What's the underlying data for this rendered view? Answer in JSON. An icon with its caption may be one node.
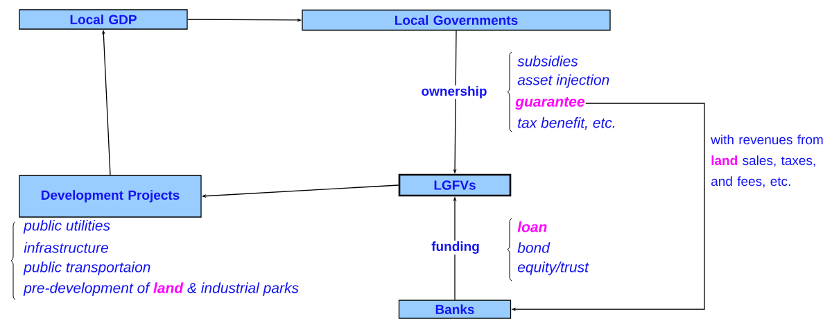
{
  "diagram": {
    "nodes": [
      {
        "text": [
          "Local GDP"
        ]
      },
      {
        "text": [
          "Local Governments"
        ]
      },
      {
        "text": [
          "Development Projects"
        ]
      },
      {
        "text": [
          "LGFVs"
        ]
      },
      {
        "text": [
          "Banks"
        ]
      },
      {
        "text": [
          "guarantee"
        ]
      }
    ],
    "edges": [
      {
        "from": 0,
        "to": 1,
        "arrow": "to"
      },
      {
        "from": 1,
        "to": 3,
        "arrow": "to",
        "label": "ownership"
      },
      {
        "from": 3,
        "to": 2,
        "arrow": "to"
      },
      {
        "from": 2,
        "to": 0,
        "arrow": "to"
      },
      {
        "from": 4,
        "to": 3,
        "arrow": "to",
        "label": "funding"
      },
      {
        "from": 5,
        "to": 4,
        "arrow": "to",
        "label": "with revenues from **land** sales, taxes, and fees, etc."
      }
    ],
    "labels": [
      "subsidies",
      "asset injection",
      "tax benefit, etc.",
      "loan",
      "bond",
      "equity/trust",
      "public utilities",
      "infrastructure",
      "public transportaion",
      "pre-development of **land** & industrial parks"
    ]
  }
}
